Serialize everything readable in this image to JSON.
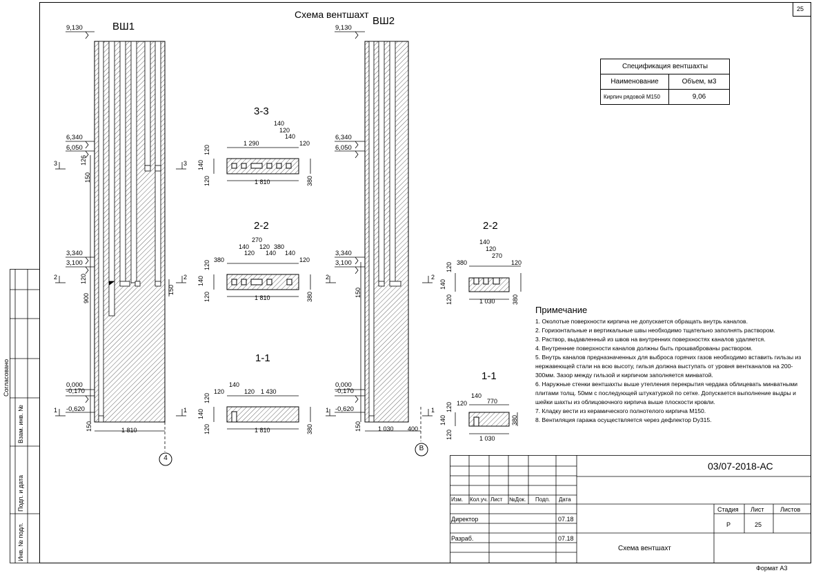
{
  "sheet_number": "25",
  "drawing_title": "Схема вентшахт",
  "shafts": [
    {
      "name": "ВШ1",
      "levels": [
        "9,130",
        "6,340",
        "6,050",
        "3,340",
        "3,100",
        "0,000",
        "-0,170",
        "-0,620"
      ],
      "width_dim": "1 810",
      "axis": "4"
    },
    {
      "name": "ВШ2",
      "levels": [
        "9,130",
        "6,340",
        "6,050",
        "3,340",
        "3,100",
        "0,000",
        "-0,170",
        "-0,620"
      ],
      "width_dim": "1 030",
      "extra_dim": "400",
      "axis": "В"
    }
  ],
  "shaft_dims": {
    "d126": "126",
    "d150a": "150",
    "d120": "120",
    "d900": "900",
    "d150b": "150",
    "d150c": "150",
    "d150d": "150",
    "d150e": "150"
  },
  "cut_marks": {
    "c3": "3",
    "c2": "2",
    "c1": "1"
  },
  "sections": {
    "s33": {
      "title": "3-3",
      "top_dims": [
        "1 290",
        "140",
        "120",
        "140",
        "120"
      ],
      "left_dims": [
        "120",
        "140",
        "120"
      ],
      "right_dim": "380",
      "bottom_dim": "1 810"
    },
    "s22a": {
      "title": "2-2",
      "top_dims": [
        "380",
        "140",
        "120",
        "140",
        "270",
        "120",
        "380",
        "140",
        "120"
      ],
      "left_dims": [
        "120",
        "140",
        "120"
      ],
      "right_dim": "380",
      "bottom_dim": "1 810"
    },
    "s11a": {
      "title": "1-1",
      "top_dims": [
        "120",
        "140",
        "120",
        "1 430"
      ],
      "left_dims": [
        "120",
        "140",
        "120"
      ],
      "right_dim": "380",
      "bottom_dim": "1 810"
    },
    "s22b": {
      "title": "2-2",
      "top_dims": [
        "380",
        "140",
        "120",
        "270",
        "120"
      ],
      "left_dims": [
        "120",
        "140",
        "120"
      ],
      "right_dim": "380",
      "bottom_dim": "1 030"
    },
    "s11b": {
      "title": "1-1",
      "top_dims": [
        "120",
        "140",
        "770"
      ],
      "left_dims": [
        "120",
        "140",
        "120"
      ],
      "right_dim": "380",
      "bottom_dim": "1 030"
    }
  },
  "spec": {
    "title": "Спецификация вентшахты",
    "col_name": "Наименование",
    "col_volume": "Объем, м3",
    "item_name": "Кирпич рядовой М150",
    "item_volume": "9,06"
  },
  "notes": {
    "heading": "Примечание",
    "items": [
      "1. Околотые поверхности кирпича не допускается обращать внутрь каналов.",
      "2. Горизонтальные и вертикальные швы необходимо тщательно заполнять раствором.",
      "3. Раствор, выдавленный из швов на внутренних поверхностях каналов удаляется.",
      "4. Внутренние поверхности каналов должны быть прошваброваны раствором.",
      "5. Внутрь каналов предназначенных для выброса горячих газов необходимо вставить гильзы из нержавеющей стали на всю высоту, гильзя должна выступать от уровня вентканалов на 200-300мм. Зазор между гильзой и кирпичом заполняется минватой.",
      "6. Наружные стенки вентшахты выше утепления перекрытия чердака облицевать минватными плитами толщ. 50мм с последующей штукатуркой по сетке. Допускается выполнение выдры и шейки шахты из облицовочного кирпича выше плоскости кровли.",
      "7. Кладку вести из керамического полнотелого кирпича М150.",
      "8. Вентиляция гаража осуществляется через дефлектор Dy315."
    ]
  },
  "stamp": {
    "code": "03/07-2018-АС",
    "headers": [
      "Изм.",
      "Кол.уч.",
      "Лист",
      "№Док.",
      "Подп.",
      "Дата"
    ],
    "rows": [
      {
        "role": "Директор",
        "date": "07.18"
      },
      {
        "role": "Разраб.",
        "date": "07.18"
      }
    ],
    "stage_label": "Стадия",
    "sheet_label": "Лист",
    "sheets_label": "Листов",
    "stage": "Р",
    "sheet": "25",
    "title": "Схема вентшахт",
    "format": "Формат А3"
  },
  "left_strip": {
    "agreed": "Согласовано",
    "inv_zam": "Взам. инв. №",
    "sign_date": "Подп. и дата",
    "inv_orig": "Инв. № подл."
  }
}
